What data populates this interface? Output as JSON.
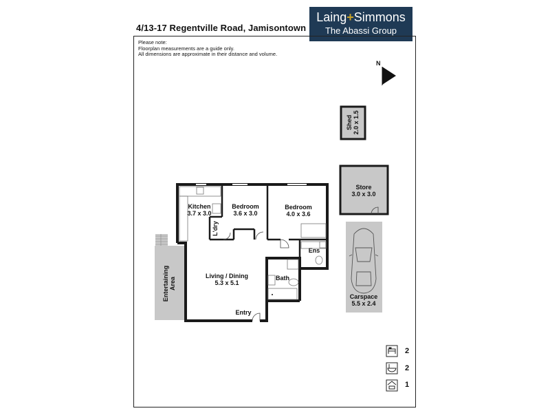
{
  "header": {
    "address": "4/13-17 Regentville Road, Jamisontown",
    "brand_name_1": "Laing",
    "brand_plus": "+",
    "brand_name_2": "Simmons",
    "brand_group": "The Abassi Group"
  },
  "notes": {
    "title": "Please note:",
    "line1": "Floorplan measurements are a guide only.",
    "line2": "All dimensions are approximate in their distance and volume."
  },
  "compass": {
    "label": "N"
  },
  "rooms": {
    "kitchen": {
      "name": "Kitchen",
      "size": "3.7 x 3.0"
    },
    "bed1": {
      "name": "Bedroom",
      "size": "3.6 x 3.0"
    },
    "bed2": {
      "name": "Bedroom",
      "size": "4.0 x 3.6"
    },
    "ldry": {
      "name": "L'dry"
    },
    "ens": {
      "name": "Ens"
    },
    "bath": {
      "name": "Bath"
    },
    "living": {
      "name": "Living / Dining",
      "size": "5.3 x 5.1"
    },
    "entry": {
      "name": "Entry"
    },
    "entertaining": {
      "line1": "Entertaining",
      "line2": "Area"
    },
    "shed": {
      "name": "Shed",
      "size": "2.0 x 1.5"
    },
    "store": {
      "name": "Store",
      "size": "3.0 x 3.0"
    },
    "carspace": {
      "name": "Carspace",
      "size": "5.5 x 2.4"
    }
  },
  "summary": {
    "bedrooms": {
      "icon": "bed-icon",
      "count": "2"
    },
    "bathrooms": {
      "icon": "bath-icon",
      "count": "2"
    },
    "parking": {
      "icon": "garage-icon",
      "count": "1"
    }
  },
  "colors": {
    "brand_navy": "#1f3a55",
    "brand_gold": "#c9a227",
    "outdoor_grey": "#c8c8c8",
    "wall": "#1a1a1a"
  }
}
